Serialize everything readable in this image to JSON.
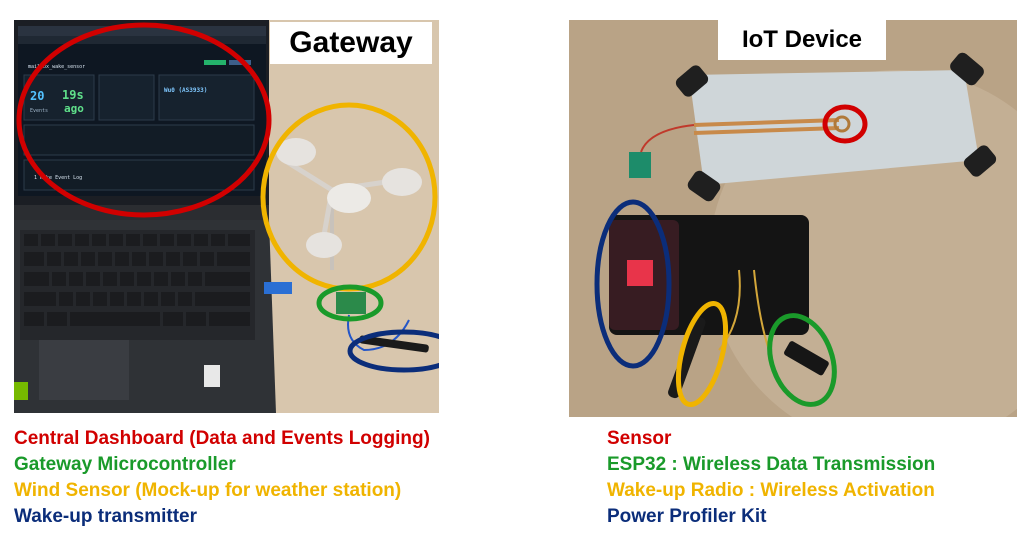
{
  "gateway": {
    "title": "Gateway",
    "legend": [
      {
        "text": "Central Dashboard (Data and Events Logging)",
        "color": "#d10000"
      },
      {
        "text": "Gateway Microcontroller",
        "color": "#1a9a2a"
      },
      {
        "text": "Wind Sensor (Mock-up for weather station)",
        "color": "#f0b400"
      },
      {
        "text": "Wake-up transmitter",
        "color": "#0b2d7a"
      }
    ],
    "screen": {
      "node": "mailbox_wake_sensor",
      "count_main": "20",
      "count_label": "Events",
      "time_value": "19s",
      "time_suffix": "ago",
      "device_code": "Wu0 (AS3933)",
      "log_label": "1 Wake Event Log"
    }
  },
  "iot": {
    "title": "IoT Device",
    "legend": [
      {
        "text": "Sensor",
        "color": "#d10000"
      },
      {
        "text": "ESP32 : Wireless Data Transmission",
        "color": "#1a9a2a"
      },
      {
        "text": "Wake-up Radio : Wireless Activation",
        "color": "#f0b400"
      },
      {
        "text": "Power Profiler Kit",
        "color": "#0b2d7a"
      }
    ]
  },
  "colors": {
    "red": "#d10000",
    "green": "#1a9a2a",
    "yellow": "#f0b400",
    "blue": "#0b2d7a"
  }
}
